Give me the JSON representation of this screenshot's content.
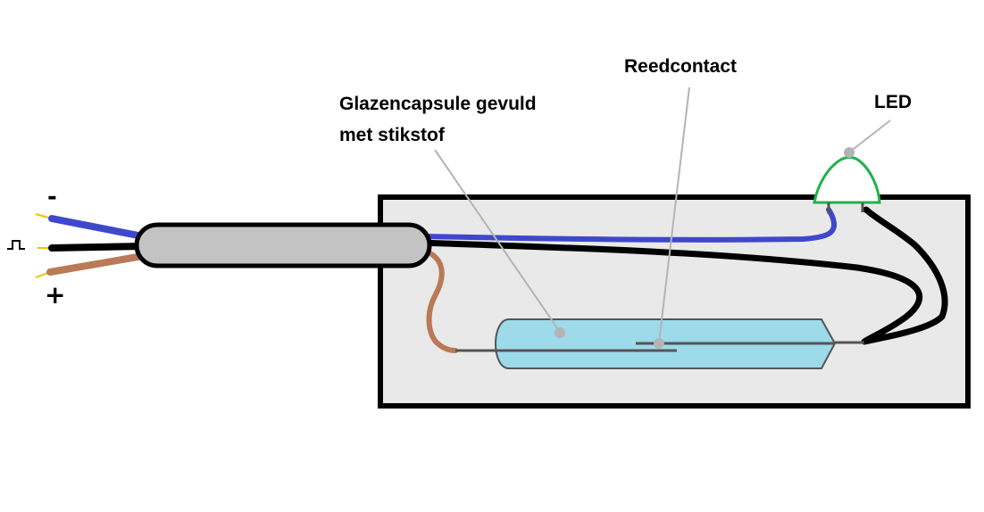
{
  "labels": {
    "reed_contact": "Reedcontact",
    "glass_capsule_line1": "Glazencapsule gevuld",
    "glass_capsule_line2": "met stikstof",
    "led": "LED",
    "terminal_minus": "-",
    "terminal_plus": "+"
  },
  "icons": {
    "signal": "pulse-signal-icon"
  },
  "colors": {
    "background": "#ffffff",
    "housing_fill": "#e9e9e9",
    "housing_stroke": "#000000",
    "cable_sleeve": "#c3c3c3",
    "wire_blue": "#3f48cc",
    "wire_black": "#000000",
    "wire_brown": "#b97a57",
    "wire_tip": "#f0c000",
    "capsule_fill": "#99d9ea",
    "capsule_stroke": "#555555",
    "led_stroke": "#22b14c",
    "pointer": "#b4b4b4"
  }
}
